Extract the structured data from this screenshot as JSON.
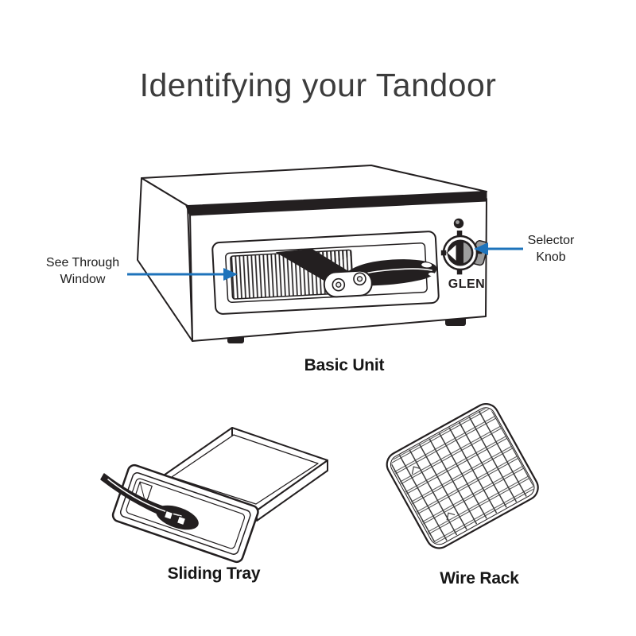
{
  "title": "Identifying your Tandoor",
  "colors": {
    "arrow": "#1e73bb",
    "ink": "#231f20"
  },
  "basic_unit": {
    "caption": "Basic Unit",
    "brand": "GLEN",
    "window_label": {
      "line1": "See Through",
      "line2": "Window"
    },
    "knob_label": {
      "line1": "Selector",
      "line2": "Knob"
    }
  },
  "sliding_tray": {
    "caption": "Sliding Tray"
  },
  "wire_rack": {
    "caption": "Wire Rack"
  }
}
